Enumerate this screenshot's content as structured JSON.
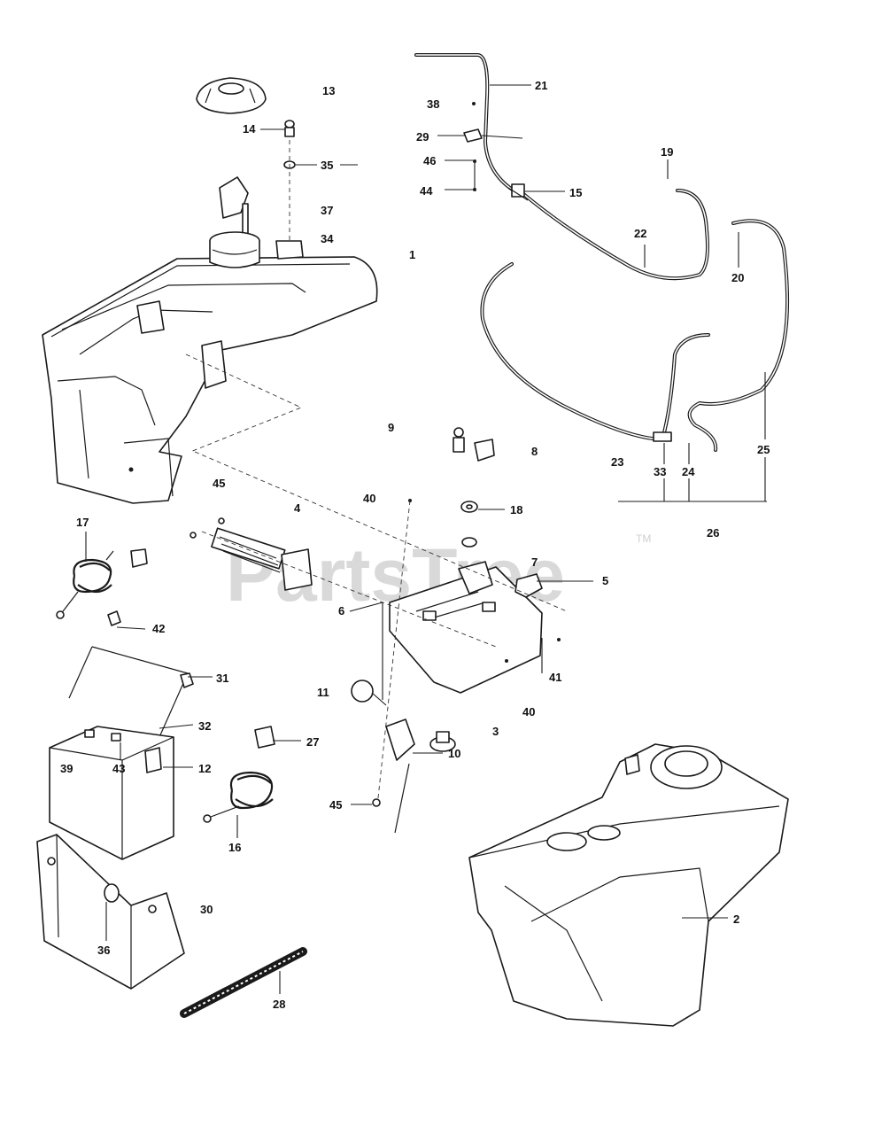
{
  "watermark": {
    "text": "PartsTree",
    "trademark": "TM"
  },
  "callouts": {
    "c1": "1",
    "c2": "2",
    "c3": "3",
    "c4": "4",
    "c5": "5",
    "c6": "6",
    "c7": "7",
    "c8": "8",
    "c9": "9",
    "c10": "10",
    "c11": "11",
    "c12": "12",
    "c13": "13",
    "c14": "14",
    "c15": "15",
    "c16": "16",
    "c17": "17",
    "c18": "18",
    "c19": "19",
    "c20": "20",
    "c21": "21",
    "c22": "22",
    "c23": "23",
    "c24": "24",
    "c25": "25",
    "c26": "26",
    "c27": "27",
    "c28": "28",
    "c29": "29",
    "c30": "30",
    "c31": "31",
    "c32": "32",
    "c33": "33",
    "c34": "34",
    "c35": "35",
    "c36": "36",
    "c37": "37",
    "c38": "38",
    "c39": "39",
    "c40a": "40",
    "c40b": "40",
    "c41": "41",
    "c42": "42",
    "c43": "43",
    "c44": "44",
    "c45a": "45",
    "c45b": "45",
    "c46": "46"
  }
}
